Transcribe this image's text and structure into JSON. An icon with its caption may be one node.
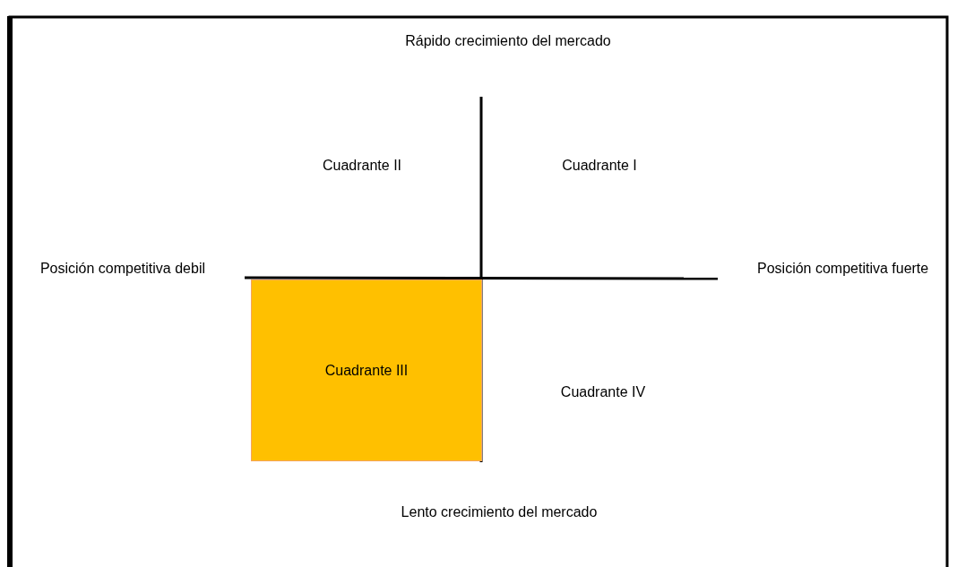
{
  "diagram": {
    "nodes": [
      {
        "text": [
          "Cuadrante III"
        ]
      }
    ],
    "labels": [
      "Rápido crecimiento del mercado",
      "Cuadrante II",
      "Cuadrante I",
      "Posición competitiva debil",
      "Posición competitiva fuerte",
      "Cuadrante IV",
      "Lento crecimiento del mercado"
    ]
  }
}
